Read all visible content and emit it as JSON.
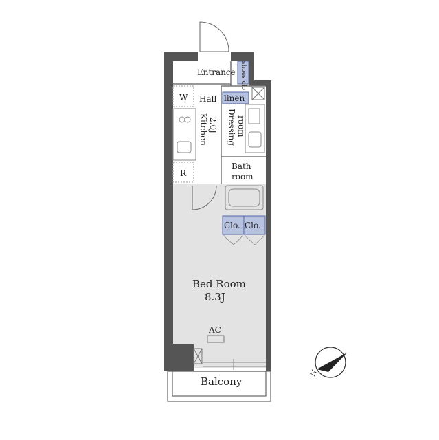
{
  "rooms": {
    "entrance": "Entrance",
    "shoes_closet": "shoes clo",
    "hall": "Hall",
    "linen": "linen",
    "kitchen_name": "Kitchen",
    "kitchen_size": "2.0J",
    "dressing_name": "Dressing",
    "dressing_sub": "room",
    "bath_name": "Bath",
    "bath_sub": "room",
    "closet_1": "Clo.",
    "closet_2": "Clo.",
    "bedroom_name": "Bed Room",
    "bedroom_size": "8.3J",
    "balcony": "Balcony"
  },
  "fixtures": {
    "washer": "W",
    "refrigerator": "R",
    "air_conditioner": "AC"
  },
  "compass": {
    "north_label": "N",
    "icon": "north-arrow-icon"
  },
  "colors": {
    "wall": "#555555",
    "bedroom_floor": "#e3e3e3",
    "closet_fill": "#b7c2e0",
    "closet_stroke": "#5566aa",
    "line": "#666666"
  }
}
